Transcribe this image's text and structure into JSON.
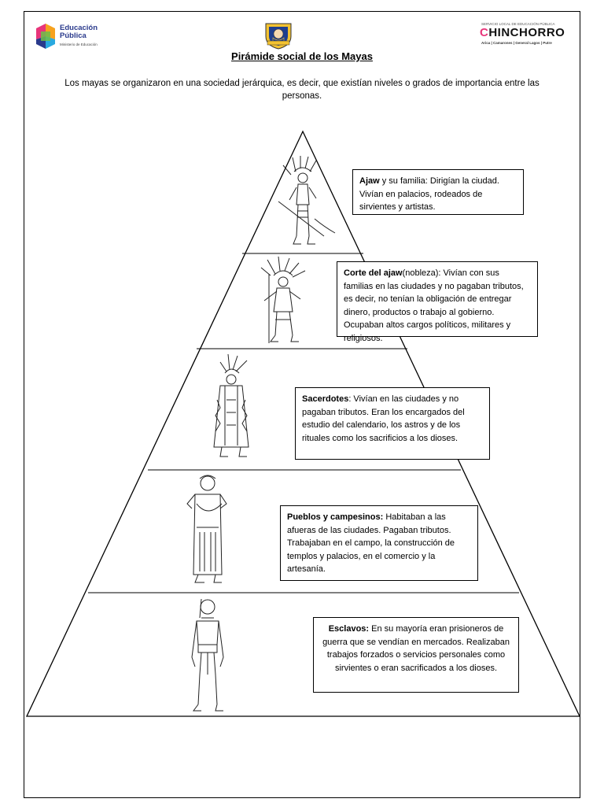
{
  "header": {
    "logo_left_line1": "Educación",
    "logo_left_line2": "Pública",
    "logo_left_line3": "Ministerio de Educación",
    "logo_right_small": "SERVICIO LOCAL DE EDUCACIÓN PÚBLICA",
    "logo_right_first_letter": "C",
    "logo_right_rest": "HINCHORRO",
    "logo_right_sub": "Arica | Camarones | General Lagos | Putre"
  },
  "title": "Pirámide social de los Mayas",
  "intro": "Los mayas se organizaron en una sociedad jerárquica, es decir, que existían niveles o grados de importancia entre las personas.",
  "levels": [
    {
      "bold": "Ajaw",
      "text": " y su familia: Dirigían la ciudad. Vivían en palacios, rodeados de sirvientes y artistas."
    },
    {
      "bold": "Corte del ajaw",
      "text": "(nobleza):  Vivían con sus familias en las ciudades y no pagaban tributos, es decir, no tenían la obligación de entregar dinero, productos o trabajo al gobierno. Ocupaban altos cargos políticos, militares y religiosos."
    },
    {
      "bold": "Sacerdotes",
      "text": ": Vivían en las ciudades y no pagaban tributos. Eran los encargados del estudio del calendario, los astros y de los rituales como los sacrificios a los dioses."
    },
    {
      "bold": "Pueblos y campesinos:",
      "text": " Habitaban a las afueras de las ciudades. Pagaban tributos. Trabajaban en el campo, la construcción de templos y palacios, en el comercio y la artesanía."
    },
    {
      "bold": "Esclavos:",
      "text": " En su mayoría eran prisioneros de guerra que se vendían en mercados. Realizaban trabajos forzados o servicios personales como sirvientes o eran sacrificados a los dioses."
    }
  ],
  "colors": {
    "brand_blue": "#2a3a8c",
    "brand_pink": "#e8357a"
  }
}
